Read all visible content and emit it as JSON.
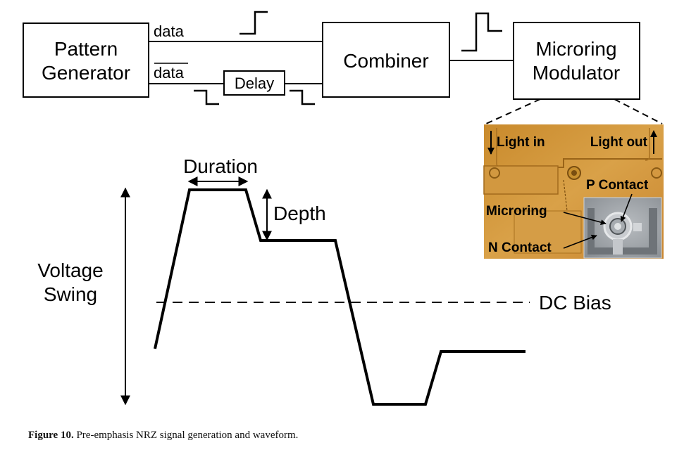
{
  "blocks": {
    "pattern_generator": [
      "Pattern",
      "Generator"
    ],
    "combiner": "Combiner",
    "microring_modulator": [
      "Microring",
      "Modulator"
    ],
    "delay": "Delay"
  },
  "signals": {
    "data": "data",
    "data_bar": "data"
  },
  "micrograph": {
    "light_in": "Light in",
    "light_out": "Light out",
    "p_contact": "P Contact",
    "microring": "Microring",
    "n_contact": "N Contact"
  },
  "waveform": {
    "duration": "Duration",
    "depth": "Depth",
    "voltage_swing": [
      "Voltage",
      "Swing"
    ],
    "dc_bias": "DC Bias"
  },
  "caption": {
    "label": "Figure 10.",
    "text": "Pre-emphasis NRZ signal generation and waveform."
  }
}
